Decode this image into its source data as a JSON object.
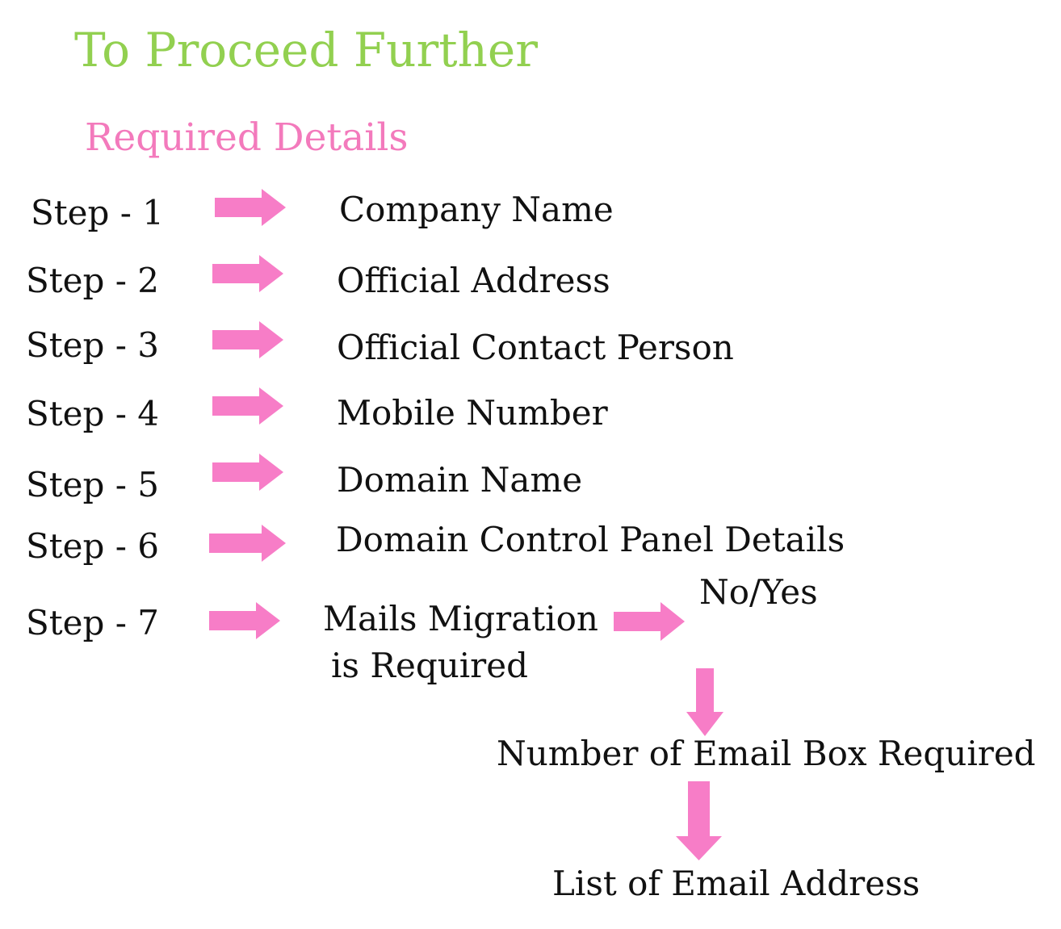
{
  "title": "To Proceed Further",
  "subtitle": "Required Details",
  "accent_color": "#f77dc7",
  "title_color": "#92d050",
  "subtitle_color": "#f37abc",
  "arrow_icon": "right-arrow-icon",
  "steps": [
    {
      "label": "Step - 1",
      "detail": "Company Name"
    },
    {
      "label": "Step - 2",
      "detail": "Official Address"
    },
    {
      "label": "Step - 3",
      "detail": "Official Contact Person"
    },
    {
      "label": "Step - 4",
      "detail": "Mobile Number"
    },
    {
      "label": "Step - 5",
      "detail": "Domain Name"
    },
    {
      "label": "Step - 6",
      "detail": "Domain Control Panel Details"
    },
    {
      "label": "Step - 7",
      "detail_line1": "Mails Migration",
      "detail_line2": "is Required"
    }
  ],
  "migration": {
    "choice": "No/Yes",
    "next": "Number of Email Box Required",
    "final": "List of Email Address"
  }
}
